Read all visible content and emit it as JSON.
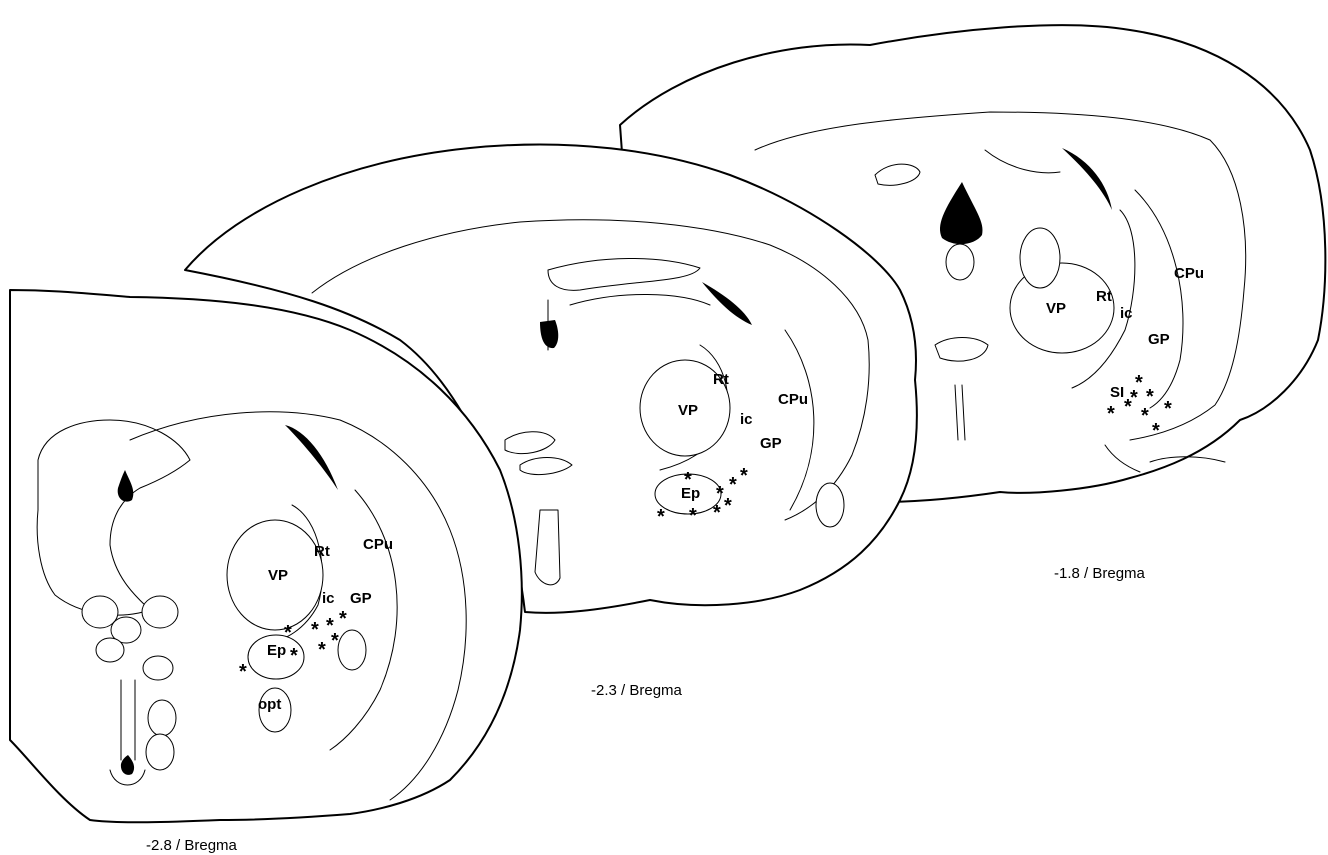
{
  "sections": {
    "front": {
      "caption": "-2.8 / Bregma",
      "labels": {
        "vp": "VP",
        "rt": "Rt",
        "cpu": "CPu",
        "ic": "ic",
        "gp": "GP",
        "ep": "Ep",
        "opt": "opt"
      }
    },
    "middle": {
      "caption": "-2.3 / Bregma",
      "labels": {
        "vp": "VP",
        "rt": "Rt",
        "cpu": "CPu",
        "ic": "ic",
        "gp": "GP",
        "ep": "Ep"
      }
    },
    "back": {
      "caption": "-1.8 / Bregma",
      "labels": {
        "vp": "VP",
        "rt": "Rt",
        "ic": "ic",
        "cpu": "CPu",
        "gp": "GP",
        "si": "SI"
      }
    }
  },
  "marker_symbol": "*"
}
